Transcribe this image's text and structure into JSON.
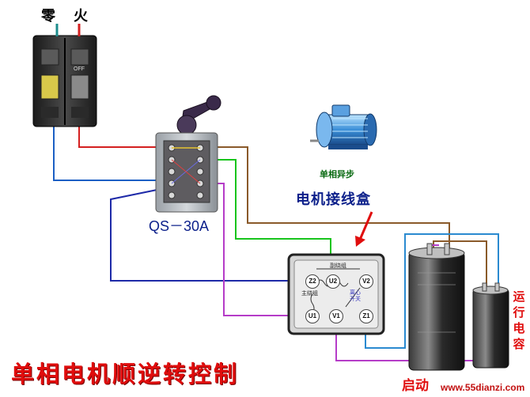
{
  "breaker": {
    "neutral_label": "零",
    "live_label": "火",
    "off_text": "OFF"
  },
  "switch": {
    "model": "QS－30A"
  },
  "motor": {
    "label": "单相异步"
  },
  "junction_box": {
    "label": "电机接线盒",
    "top_text": "副绕组",
    "main_winding_text": "主绕组",
    "center_text": "离心开关",
    "terminals": {
      "z2": "Z2",
      "u2": "U2",
      "v2": "V2",
      "u1": "U1",
      "v1": "V1",
      "z1": "Z1"
    }
  },
  "capacitors": {
    "run_label": "运行电容",
    "start_label": "启动"
  },
  "title": "单相电机顺逆转控制",
  "watermark": "www.55dianzi.com",
  "colors": {
    "neutral_wire": "#1c5fc4",
    "live_wire": "#d42020",
    "green_wire": "#18c41c",
    "brown_wire": "#8a5a2a",
    "purple_wire": "#b53cc8",
    "blue_wire": "#1e2aa8",
    "cyan_wire": "#2a8ad0",
    "title_red": "#e00d0d"
  }
}
